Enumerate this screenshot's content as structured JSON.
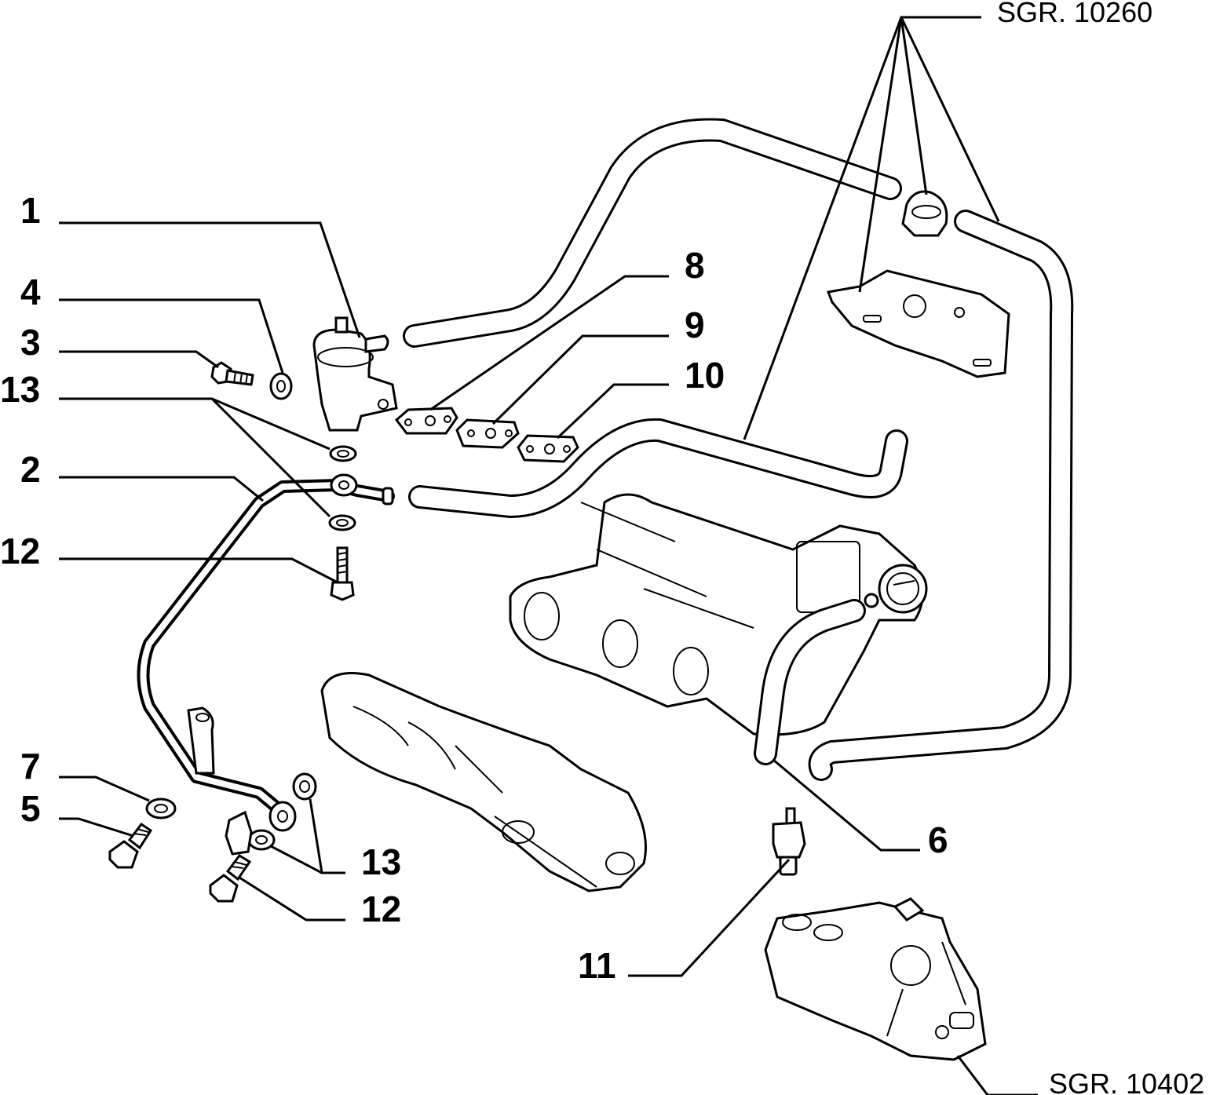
{
  "labels": {
    "l1": "1",
    "l4": "4",
    "l3": "3",
    "l13a": "13",
    "l2": "2",
    "l12a": "12",
    "l7": "7",
    "l5": "5",
    "l8": "8",
    "l9": "9",
    "l10": "10",
    "l13b": "13",
    "l12b": "12",
    "l6": "6",
    "l11": "11"
  },
  "references": {
    "top": "SGR. 10260",
    "bottom": "SGR. 10402"
  }
}
